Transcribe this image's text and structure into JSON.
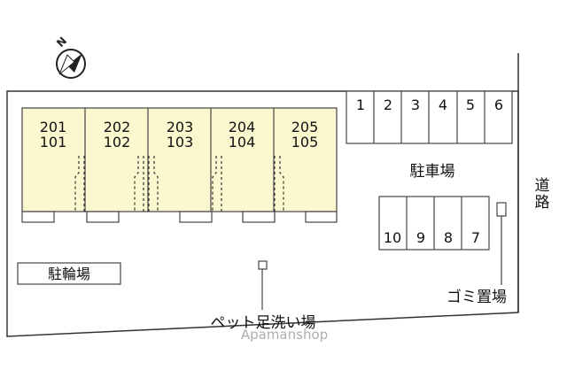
{
  "compass": {
    "north_label": "N"
  },
  "building": {
    "units": [
      {
        "upper": "201",
        "lower": "101"
      },
      {
        "upper": "202",
        "lower": "102"
      },
      {
        "upper": "203",
        "lower": "103"
      },
      {
        "upper": "204",
        "lower": "104"
      },
      {
        "upper": "205",
        "lower": "105"
      }
    ]
  },
  "parking": {
    "label": "駐車場",
    "top_row": [
      "1",
      "2",
      "3",
      "4",
      "5",
      "6"
    ],
    "bottom_row": [
      "10",
      "9",
      "8",
      "7"
    ]
  },
  "labels": {
    "bicycle_parking": "駐輪場",
    "road": "道路",
    "garbage": "ゴミ置場",
    "pet_wash": "ペット足洗い場"
  },
  "watermark": "Apamanshop",
  "colors": {
    "building_fill": "#fbf7cf",
    "line": "#333333",
    "site_fill": "#ffffff",
    "background": "#ffffff"
  }
}
